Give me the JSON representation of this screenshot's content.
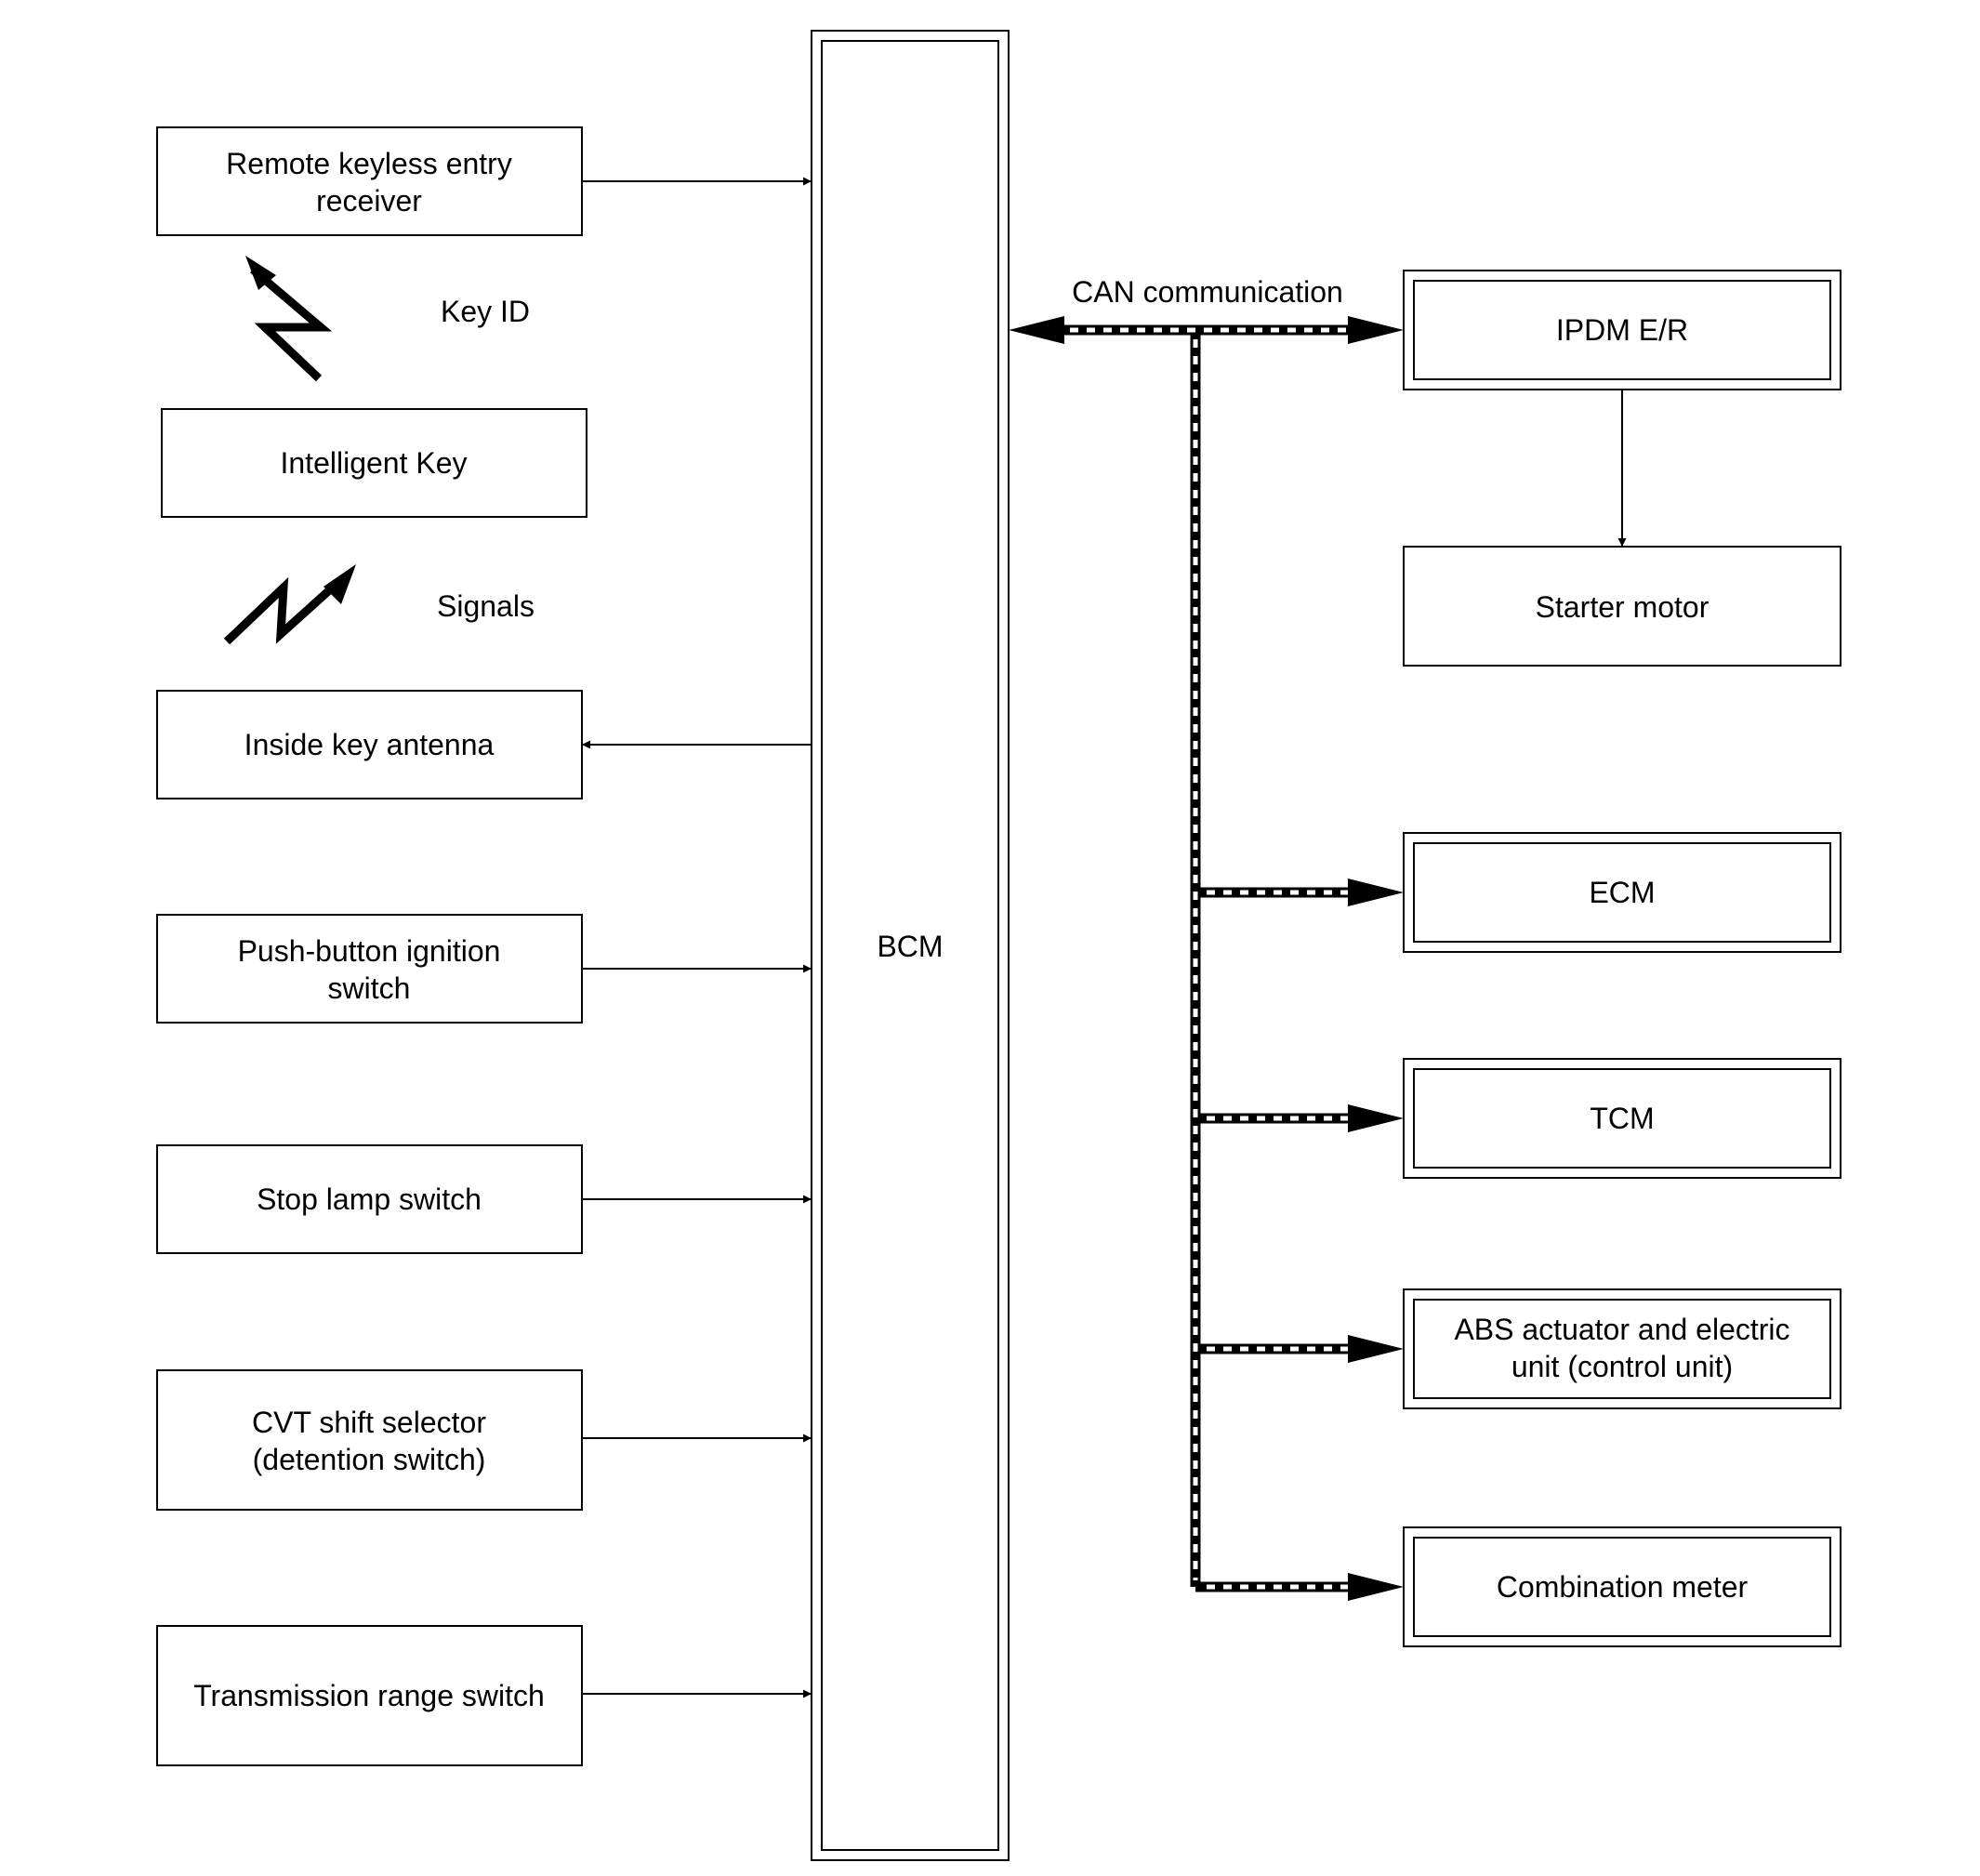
{
  "left_components": {
    "remote_keyless": [
      "Remote keyless entry",
      "receiver"
    ],
    "intelligent_key": "Intelligent Key",
    "inside_key_antenna": "Inside key antenna",
    "push_button": [
      "Push-button ignition",
      "switch"
    ],
    "stop_lamp": "Stop lamp switch",
    "cvt_selector": [
      "CVT shift selector",
      "(detention switch)"
    ],
    "transmission_range": "Transmission range switch"
  },
  "wireless": {
    "key_id": "Key ID",
    "signals": "Signals"
  },
  "bcm": "BCM",
  "can_label": "CAN communication",
  "right_components": {
    "ipdm": "IPDM E/R",
    "starter": "Starter motor",
    "ecm": "ECM",
    "tcm": "TCM",
    "abs": [
      "ABS actuator and electric",
      "unit (control unit)"
    ],
    "combination_meter": "Combination meter"
  }
}
